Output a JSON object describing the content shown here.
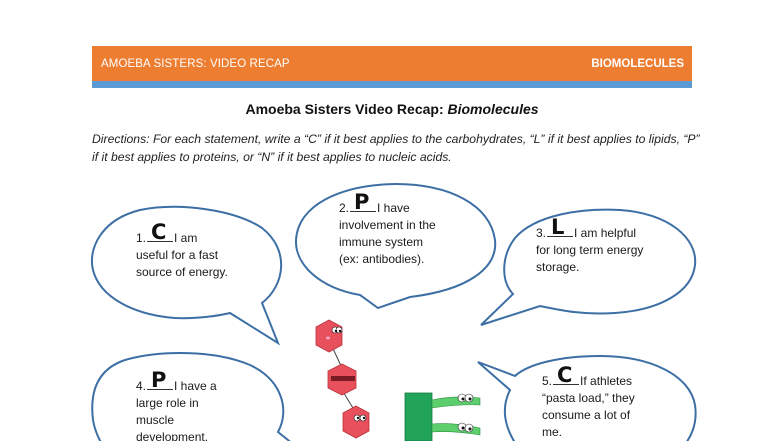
{
  "header": {
    "left_label": "AMOEBA SISTERS: VIDEO RECAP",
    "right_label": "BIOMOLECULES",
    "bar_color": "#ed7d31",
    "stripe_color": "#5b9bd5"
  },
  "title": {
    "prefix": "Amoeba Sisters Video Recap: ",
    "italic": "Biomolecules"
  },
  "directions": {
    "label": "Directions",
    "text": ": For each statement, write a “C” if it best applies to the carbohydrates, “L” if it best applies to lipids, “P” if it best applies to proteins, or “N” if it best applies to nucleic acids."
  },
  "questions": [
    {
      "number": "1.",
      "answer": "C",
      "line1": "I am",
      "line2": "useful for a fast",
      "line3": "source of energy.",
      "line4": ""
    },
    {
      "number": "2.",
      "answer": "P",
      "line1": "I have",
      "line2": "involvement in the",
      "line3": "immune system",
      "line4": "(ex: antibodies)."
    },
    {
      "number": "3.",
      "answer": "L",
      "line1": "I am helpful",
      "line2": "for long term energy",
      "line3": "storage.",
      "line4": ""
    },
    {
      "number": "4.",
      "answer": "P",
      "line1": "I have a",
      "line2": "large role in",
      "line3": "muscle",
      "line4": "development."
    },
    {
      "number": "5.",
      "answer": "C",
      "line1": "If athletes",
      "line2": "“pasta load,” they",
      "line3": "consume a lot of",
      "line4": "me."
    }
  ],
  "illustrations": {
    "carbohydrate_chain": "carbohydrate-hexagon-characters",
    "lipid": "lipid-glycerol-fatty-acid-characters",
    "carb_color": "#e8505b",
    "lipid_color": "#22a35a"
  }
}
